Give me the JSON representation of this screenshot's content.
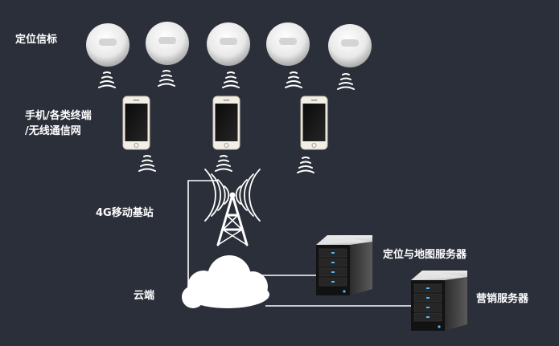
{
  "labels": {
    "beacons": "定位信标",
    "terminals_line1": "手机/各类终端",
    "terminals_line2": "/无线通信网",
    "base_station": "4G移动基站",
    "cloud": "云端",
    "location_server": "定位与地图服务器",
    "marketing_server": "营销服务器"
  },
  "icons": {
    "beacon": "beacon-icon",
    "signal": "signal-waves-icon",
    "phone": "smartphone-icon",
    "tower": "cell-tower-icon",
    "cloud": "cloud-icon",
    "server": "server-icon"
  },
  "colors": {
    "background": "#2b2f3a",
    "text": "#ffffff",
    "connector": "#ffffff",
    "server_led": "#4fb6ff"
  }
}
